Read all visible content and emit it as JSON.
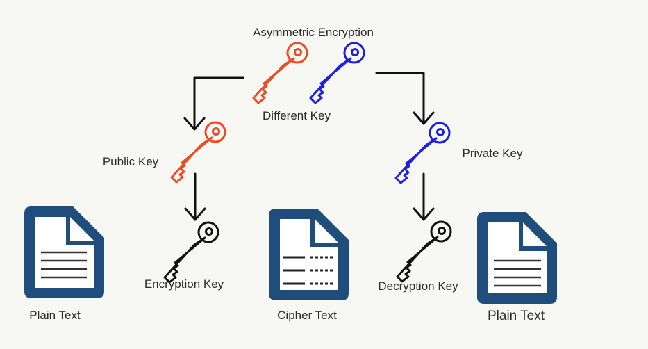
{
  "title": "Asymmetric Encryption",
  "center_label": "Different Key",
  "public_key_label": "Public Key",
  "private_key_label": "Private Key",
  "encryption_key_label": "Encryption Key",
  "decryption_key_label": "Decryption Key",
  "plain_text_left_label": "Plain Text",
  "cipher_text_label": "Cipher Text",
  "plain_text_right_label": "Plain Text",
  "colors": {
    "public_key": "#f04a23",
    "private_key": "#1e1ee6",
    "neutral_key": "#111111",
    "document_fill": "#1f4e7d",
    "arrow": "#111111"
  },
  "icons": {
    "key": "key-icon",
    "document": "document-icon",
    "arrow": "arrow-down-icon"
  }
}
